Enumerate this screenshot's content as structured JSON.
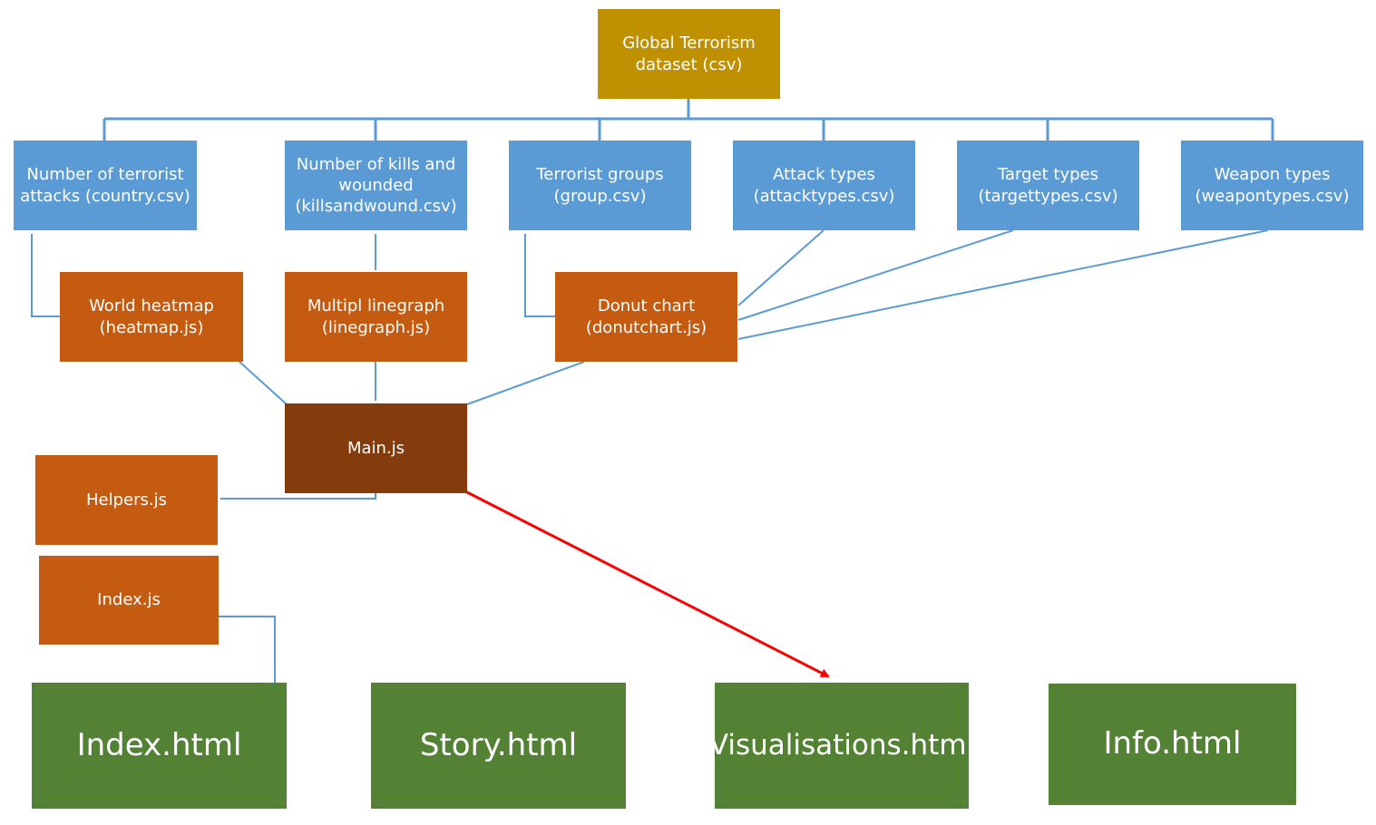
{
  "nodes": {
    "dataset": {
      "line1": "Global Terrorism",
      "line2": "dataset (csv)"
    },
    "country": {
      "line1": "Number of terrorist",
      "line2": "attacks (country.csv)"
    },
    "kills": {
      "line1": "Number of kills and",
      "line2": "wounded",
      "line3": "(killsandwound.csv)"
    },
    "groups": {
      "line1": "Terrorist groups",
      "line2": "(group.csv)"
    },
    "attack": {
      "line1": "Attack types",
      "line2": "(attacktypes.csv)"
    },
    "target": {
      "line1": "Target types",
      "line2": "(targettypes.csv)"
    },
    "weapon": {
      "line1": "Weapon types",
      "line2": "(weapontypes.csv)"
    },
    "heatmap": {
      "line1": "World heatmap",
      "line2": "(heatmap.js)"
    },
    "linegraph": {
      "line1": "Multipl linegraph",
      "line2": "(linegraph.js)"
    },
    "donut": {
      "line1": "Donut chart",
      "line2": "(donutchart.js)"
    },
    "main": {
      "line1": "Main.js"
    },
    "helpers": {
      "line1": "Helpers.js"
    },
    "indexjs": {
      "line1": "Index.js"
    },
    "indexhtml": {
      "line1": "Index.html"
    },
    "story": {
      "line1": "Story.html"
    },
    "visual": {
      "line1": "Visualisations.html"
    },
    "info": {
      "line1": "Info.html"
    }
  },
  "colors": {
    "dataset_fill": "#BF9000",
    "csv_fill": "#5B9BD5",
    "js_fill": "#C55A11",
    "main_fill": "#843C0C",
    "html_fill": "#548235",
    "connector": "#5B9BD5",
    "highlight_arrow": "#FF0000"
  }
}
